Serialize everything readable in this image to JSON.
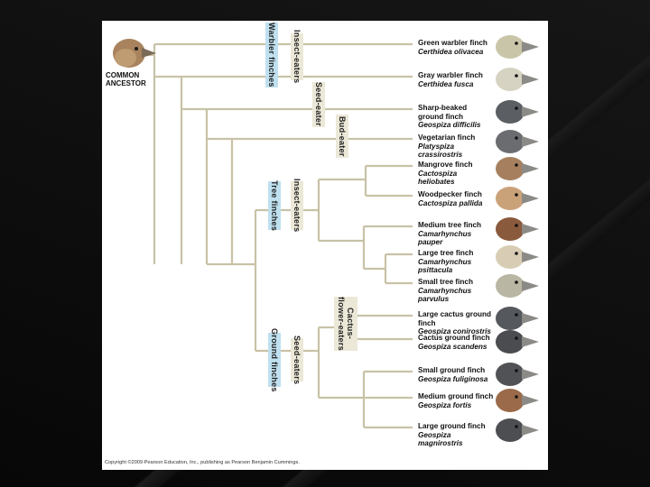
{
  "ancestor": "COMMON\nANCESTOR",
  "copyright": "Copyright ©2009 Pearson Education, Inc., publishing as Pearson Benjamin Cummings.",
  "labels": {
    "warbler_finches": "Warbler finches",
    "insect_eaters": "Insect-eaters",
    "seed_eater": "Seed-eater",
    "bud_eater": "Bud-eater",
    "tree_finches": "Tree finches",
    "tree_insect_eaters": "Insect-eaters",
    "cactus_flower_eaters": "Cactus-flower-eaters",
    "ground_finches": "Ground finches",
    "ground_seed_eaters": "Seed-eaters"
  },
  "species": [
    {
      "common": "Green warbler finch",
      "scientific": "Certhidea olivacea",
      "color": "#c9c5a8"
    },
    {
      "common": "Gray warbler finch",
      "scientific": "Certhidea fusca",
      "color": "#d6d3c2"
    },
    {
      "common": "Sharp-beaked ground finch",
      "scientific": "Geospiza difficilis",
      "color": "#5b5e62"
    },
    {
      "common": "Vegetarian finch",
      "scientific": "Platyspiza crassirostris",
      "color": "#6a6c70"
    },
    {
      "common": "Mangrove finch",
      "scientific": "Cactospiza heliobates",
      "color": "#a6805e"
    },
    {
      "common": "Woodpecker finch",
      "scientific": "Cactospiza pallida",
      "color": "#caa27a"
    },
    {
      "common": "Medium tree finch",
      "scientific": "Camarhynchus pauper",
      "color": "#8a5a3c"
    },
    {
      "common": "Large tree finch",
      "scientific": "Camarhynchus psittacula",
      "color": "#d8cdb4"
    },
    {
      "common": "Small tree finch",
      "scientific": "Camarhynchus parvulus",
      "color": "#b9b6a3"
    },
    {
      "common": "Large cactus ground finch",
      "scientific": "Geospiza conirostris",
      "color": "#55585d"
    },
    {
      "common": "Cactus ground finch",
      "scientific": "Geospiza scandens",
      "color": "#4a4c50"
    },
    {
      "common": "Small ground finch",
      "scientific": "Geospiza fuliginosa",
      "color": "#505255"
    },
    {
      "common": "Medium ground finch",
      "scientific": "Geospiza fortis",
      "color": "#9a6a4a"
    },
    {
      "common": "Large ground finch",
      "scientific": "Geospiza magnirostris",
      "color": "#4c4e52"
    }
  ],
  "colors": {
    "branch": "#c8c2a6",
    "highlight_blue": "#bfe0ef",
    "highlight_tan": "#ece8d8"
  }
}
